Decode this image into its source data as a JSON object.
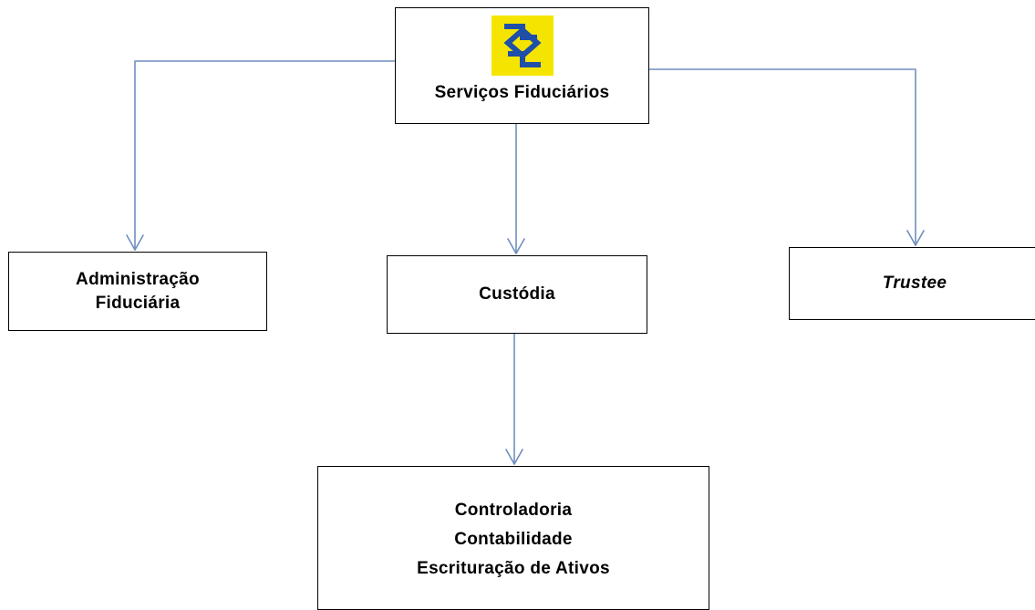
{
  "colors": {
    "connector": "#6f8fbf",
    "border": "#000000",
    "logo_yellow": "#f5e400",
    "logo_blue": "#1f4fa8"
  },
  "root": {
    "logo_icon": "banco-do-brasil-logo",
    "label": "Serviços Fiduciários"
  },
  "children": {
    "administracao": [
      "Administração",
      "Fiduciária"
    ],
    "custodia": "Custódia",
    "trustee": "Trustee"
  },
  "custodia_services": [
    "Controladoria",
    "Contabilidade",
    "Escrituração de Ativos"
  ]
}
